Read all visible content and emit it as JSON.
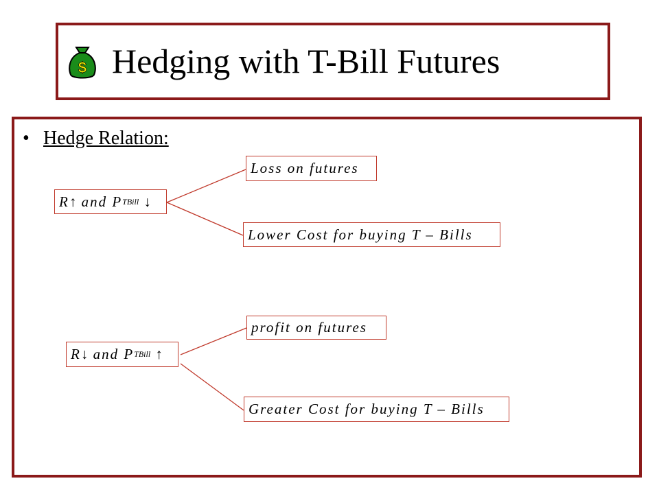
{
  "title": "Hedging with T-Bill Futures",
  "icon": {
    "name": "money-bag-icon",
    "symbol": "$",
    "color": "#1a8c1a"
  },
  "bullet": {
    "symbol": "•",
    "label": "Hedge Relation:"
  },
  "rise": {
    "cond_r": "R",
    "cond_r_arrow": "↑",
    "cond_and": "and",
    "cond_p": "P",
    "cond_sub": "TBill",
    "cond_p_arrow": "↓",
    "outcome1": "Loss on futures",
    "outcome2": "Lower Cost for buying T – Bills"
  },
  "fall": {
    "cond_r": "R",
    "cond_r_arrow": "↓",
    "cond_and": "and",
    "cond_p": "P",
    "cond_sub": "TBill",
    "cond_p_arrow": "↑",
    "outcome1": "profit on futures",
    "outcome2": "Greater Cost for buying T – Bills"
  },
  "colors": {
    "frame": "#8b1a1a",
    "diagram": "#c0392b"
  }
}
